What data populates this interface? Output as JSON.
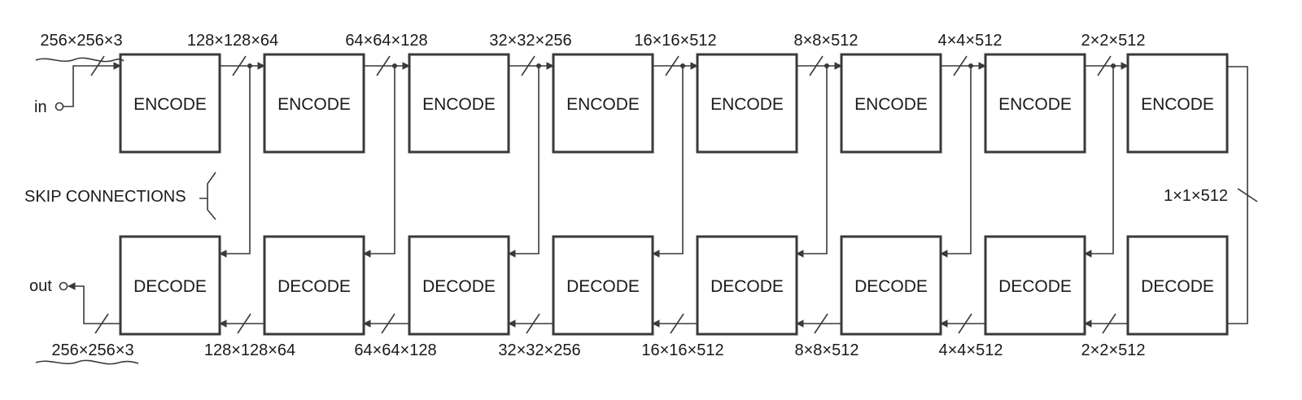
{
  "encoders": [
    {
      "label": "ENCODE",
      "input_dim": "256×256×3"
    },
    {
      "label": "ENCODE",
      "input_dim": "128×128×64"
    },
    {
      "label": "ENCODE",
      "input_dim": "64×64×128"
    },
    {
      "label": "ENCODE",
      "input_dim": "32×32×256"
    },
    {
      "label": "ENCODE",
      "input_dim": "16×16×512"
    },
    {
      "label": "ENCODE",
      "input_dim": "8×8×512"
    },
    {
      "label": "ENCODE",
      "input_dim": "4×4×512"
    },
    {
      "label": "ENCODE",
      "input_dim": "2×2×512"
    }
  ],
  "decoders": [
    {
      "label": "DECODE",
      "output_dim": "256×256×3"
    },
    {
      "label": "DECODE",
      "output_dim": "128×128×64"
    },
    {
      "label": "DECODE",
      "output_dim": "64×64×128"
    },
    {
      "label": "DECODE",
      "output_dim": "32×32×256"
    },
    {
      "label": "DECODE",
      "output_dim": "16×16×512"
    },
    {
      "label": "DECODE",
      "output_dim": "8×8×512"
    },
    {
      "label": "DECODE",
      "output_dim": "4×4×512"
    },
    {
      "label": "DECODE",
      "output_dim": "2×2×512"
    }
  ],
  "bottleneck_dim": "1×1×512",
  "input_label": "in",
  "output_label": "out",
  "skip_label": "SKIP CONNECTIONS"
}
